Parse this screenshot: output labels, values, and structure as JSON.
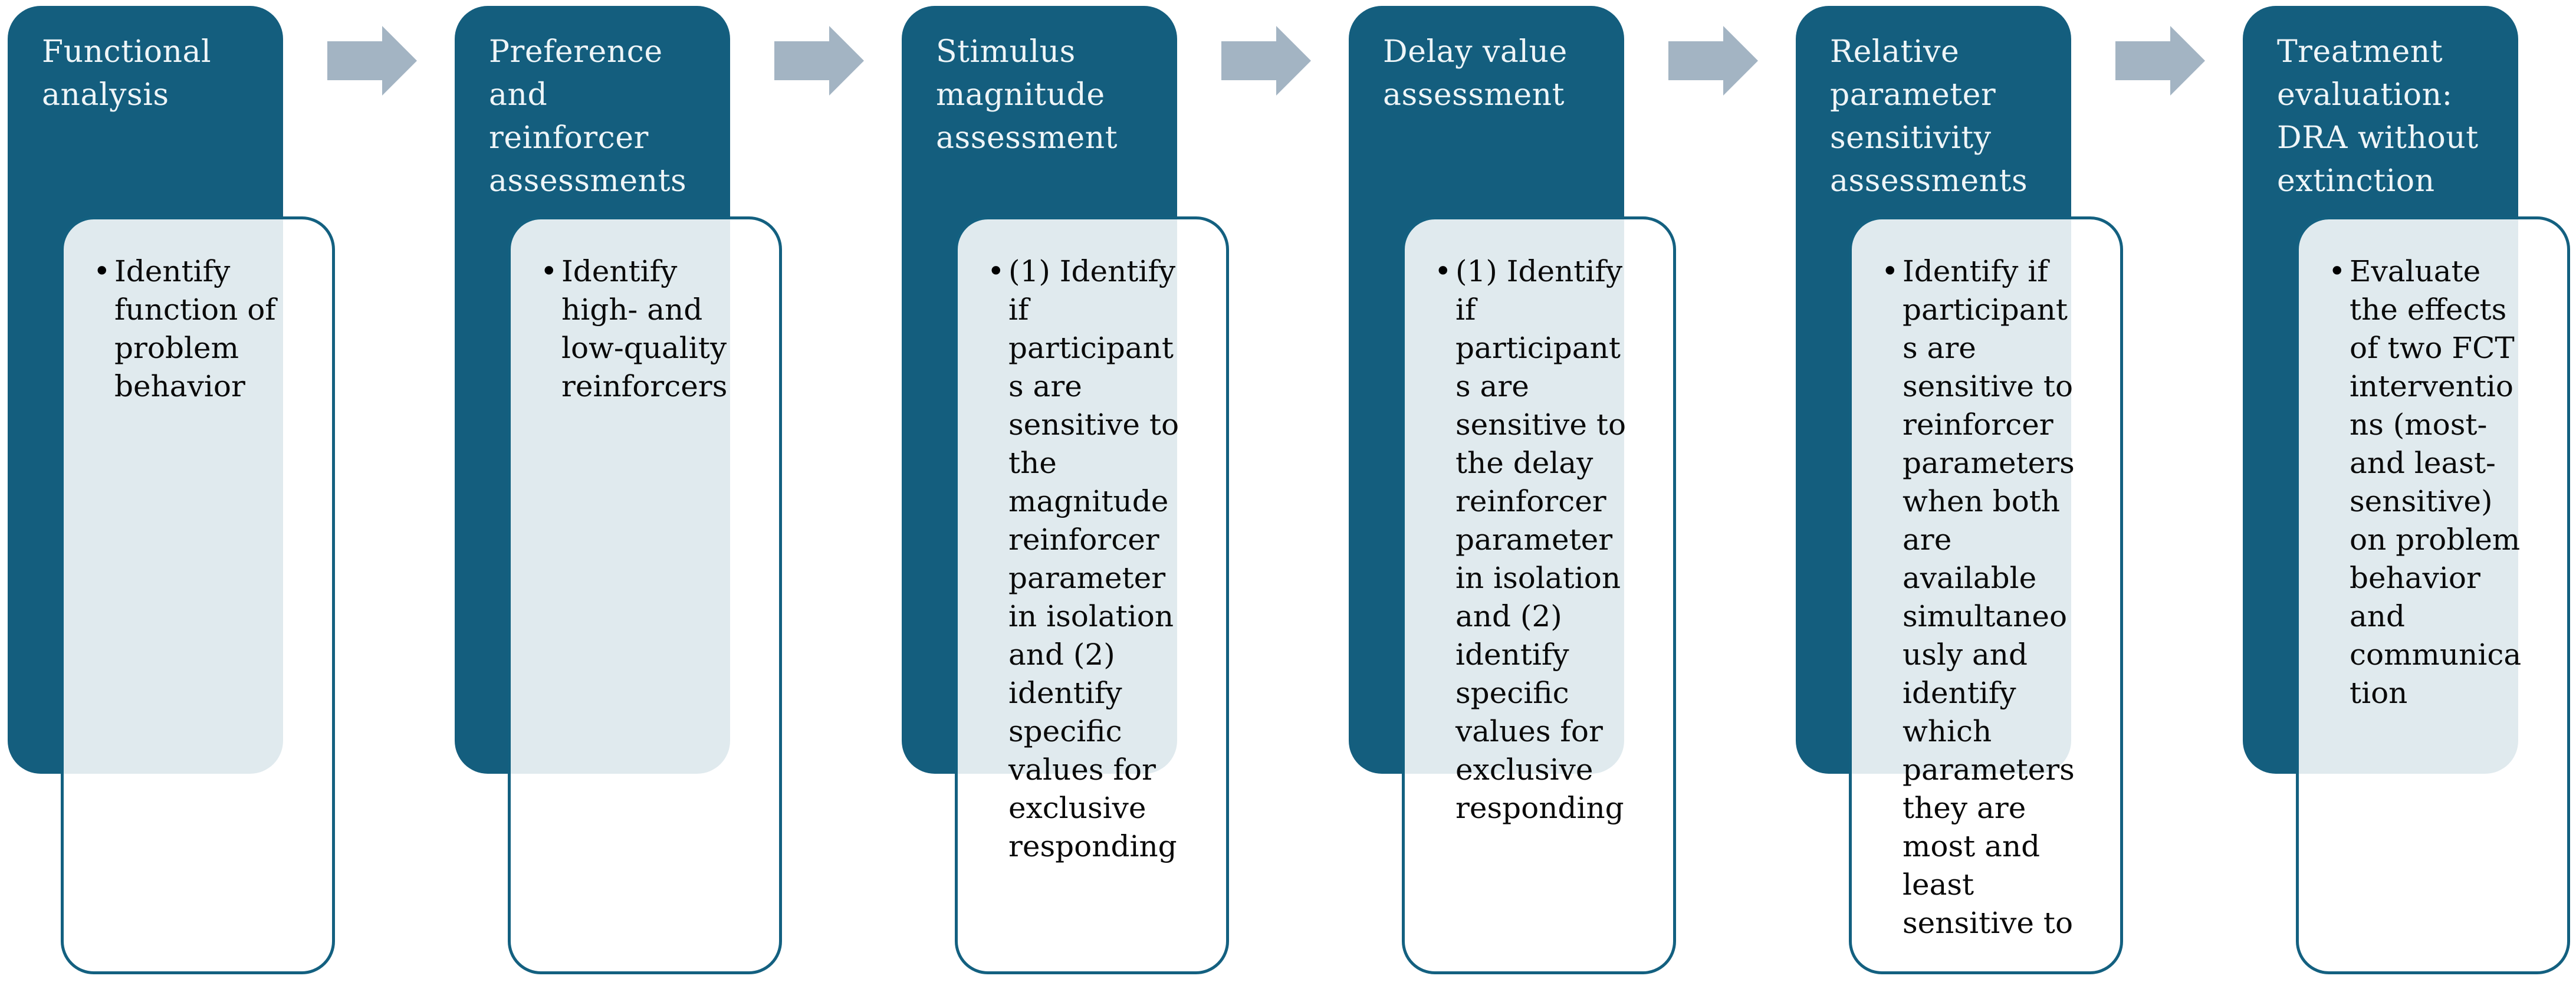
{
  "figure": {
    "type": "process-flow-diagram",
    "background": "#ffffff",
    "bullet_char": "•",
    "colors": {
      "step_header_bg": "#145e7e",
      "body_border": "#136080",
      "body_overlap_tint": "#e1eaee",
      "body_fill": "#ffffff",
      "arrow_fill": "#a3b4c3",
      "header_text": "#eef5f8",
      "body_text": "#0a0a0a"
    },
    "arrow": {
      "icon": "right-block-arrow",
      "count": 5
    },
    "steps": [
      {
        "title": "Functional analysis",
        "bullet": "Identify function of problem behavior"
      },
      {
        "title": "Preference and reinforcer assessments",
        "bullet": "Identify high- and low-quality reinforcers"
      },
      {
        "title": "Stimulus magnitude assessment",
        "bullet": "(1) Identify if participants are sensitive to the magnitude reinforcer parameter in isolation and (2) identify specific values for exclusive responding"
      },
      {
        "title": "Delay value assessment",
        "bullet": "(1) Identify if participants are sensitive to the delay reinforcer parameter in isolation and (2) identify specific values for exclusive responding"
      },
      {
        "title": "Relative parameter sensitivity assessments",
        "bullet": "Identify if participants are sensitive to reinforcer parameters when both are available simultaneously and identify which parameters they are most and least sensitive to"
      },
      {
        "title": "Treatment evaluation: DRA without extinction",
        "bullet": "Evaluate the effects of two FCT interventions (most- and least-sensitive) on problem behavior and communication"
      }
    ]
  }
}
